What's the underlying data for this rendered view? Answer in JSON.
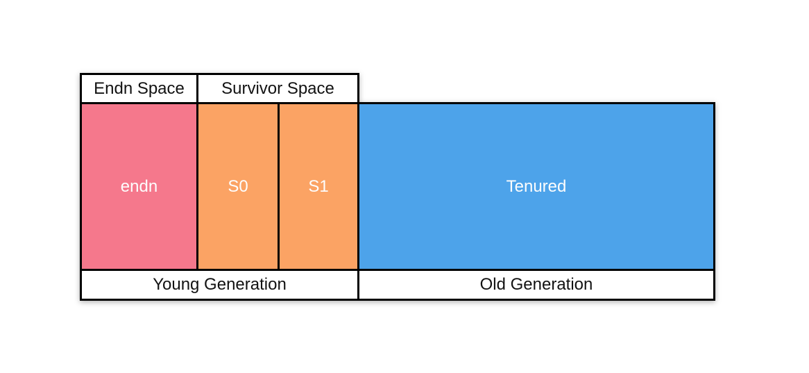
{
  "diagram": {
    "headers": {
      "endn_space": "Endn Space",
      "survivor_space": "Survivor Space"
    },
    "blocks": {
      "endn": {
        "label": "endn",
        "color": "#f5788c"
      },
      "s0": {
        "label": "S0",
        "color": "#fba364"
      },
      "s1": {
        "label": "S1",
        "color": "#fba364"
      },
      "tenured": {
        "label": "Tenured",
        "color": "#4da3ea"
      }
    },
    "footers": {
      "young_generation": "Young Generation",
      "old_generation": "Old Generation"
    },
    "colors": {
      "border": "#000000",
      "block_text": "#fdfdfd",
      "label_text": "#121212",
      "background": "#ffffff"
    }
  }
}
